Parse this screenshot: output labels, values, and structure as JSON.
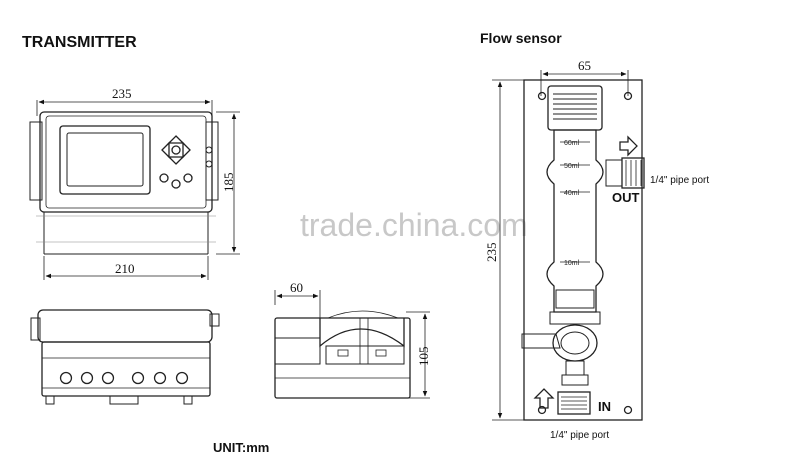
{
  "titles": {
    "transmitter": "TRANSMITTER",
    "flow_sensor": "Flow sensor",
    "unit": "UNIT:mm"
  },
  "watermark": "trade.china.com",
  "transmitter": {
    "width_top": "235",
    "height": "185",
    "width_bottom": "210"
  },
  "side_view": {
    "depth": "60",
    "height": "105"
  },
  "flow_sensor": {
    "width": "65",
    "height": "235",
    "scale": [
      "60ml",
      "50ml",
      "40ml",
      "10ml"
    ],
    "out_label": "OUT",
    "in_label": "IN",
    "out_port": "1/4\" pipe port",
    "in_port": "1/4\" pipe port"
  },
  "colors": {
    "line": "#222222",
    "background": "#ffffff",
    "watermark": "#c8c8c8"
  }
}
